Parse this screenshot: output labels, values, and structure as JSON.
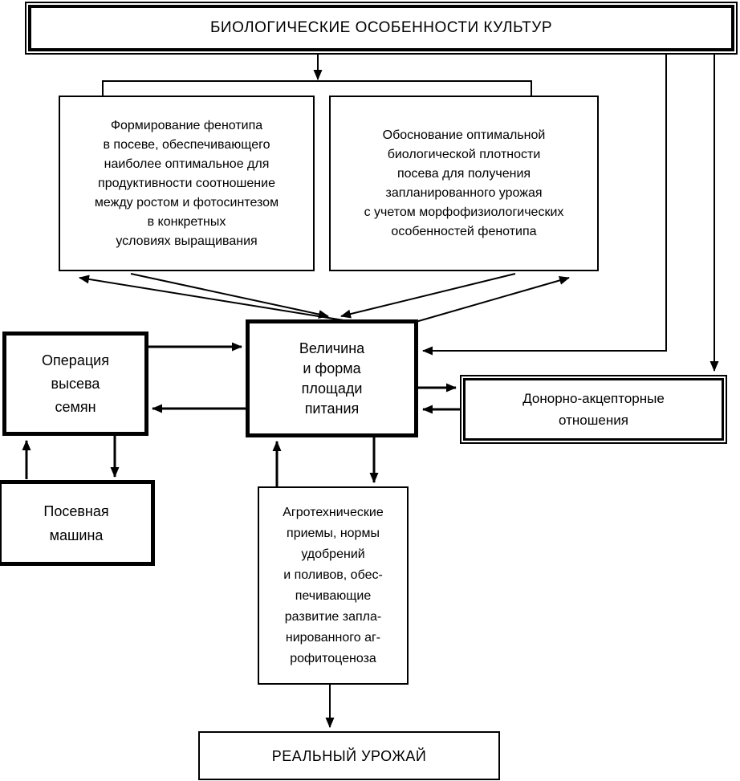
{
  "diagram": {
    "title": "БИОЛОГИЧЕСКИЕ ОСОБЕННОСТИ КУЛЬТУР",
    "nodes": {
      "phenotype": "Формирование фенотипа\nв посеве, обеспечивающего\nнаиболее оптимальное для\nпродуктивности соотношение\nмежду ростом и фотосинтезом\nв конкретных\nусловиях выращивания",
      "density": "Обоснование оптимальной\nбиологической плотности\nпосева для получения\nзапланированного урожая\nс учетом морфофизиологических\nособенностей фенотипа",
      "feeding_area": "Величина\nи форма\nплощади\nпитания",
      "sowing_operation": "Операция\nвысева\nсемян",
      "sowing_machine": "Посевная\nмашина",
      "donor_acceptor": "Донорно-акцепторные\nотношения",
      "agro_practices": "Агротехнические\nприемы, нормы\nудобрений\nи поливов, обес-\nпечивающие\nразвитие запла-\nнированного аг-\nрофитоценоза",
      "real_harvest": "РЕАЛЬНЫЙ УРОЖАЙ"
    },
    "colors": {
      "line": "#000000",
      "background": "#ffffff",
      "text": "#000000"
    }
  }
}
